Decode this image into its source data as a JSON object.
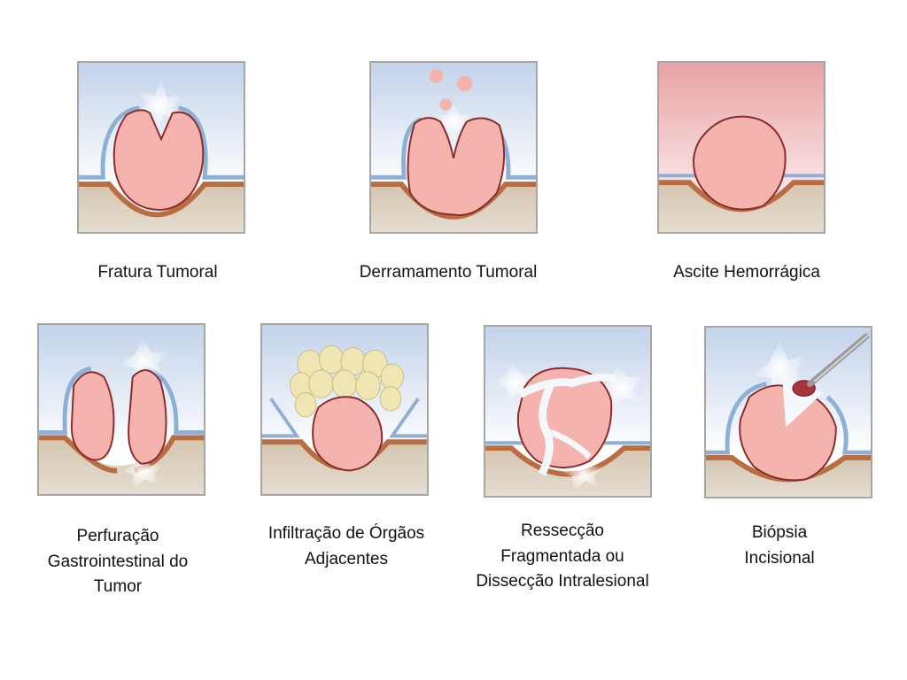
{
  "title": "Complicações de violação tumoral",
  "panels": [
    {
      "label": "Fratura Tumoral"
    },
    {
      "label": "Derramamento Tumoral"
    },
    {
      "label": "Ascite Hemorrágica"
    },
    {
      "label": "Perfuração\nGastrointestinal do\nTumor"
    },
    {
      "label": "Infiltração de Órgãos\nAdjacentes"
    },
    {
      "label": "Ressecção\nFragmentada ou\nDissecção Intralesional"
    },
    {
      "label": "Biópsia\nIncisional"
    }
  ],
  "colors": {
    "tumor": "#f4b3ad",
    "tumor_outline": "#8a2a2a",
    "sky": "#c9d7ea",
    "ground": "#d8cab6",
    "muscle": "#b86e40",
    "mucosa": "#8fb0d6",
    "blood": "#eba7a9",
    "fat": "#efe6b4"
  }
}
